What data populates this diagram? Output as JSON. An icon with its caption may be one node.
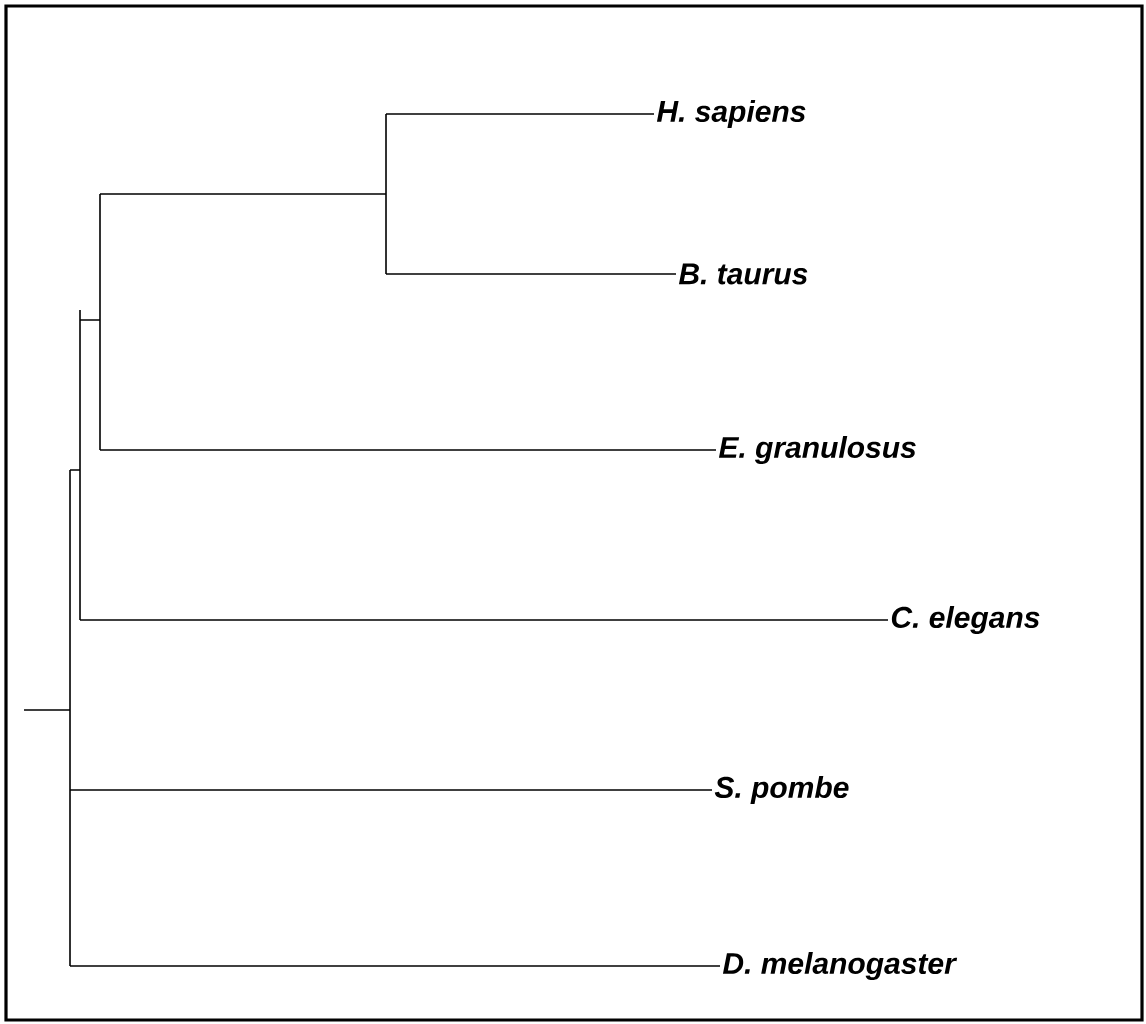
{
  "diagram": {
    "nodes": [
      {
        "text": [
          "H. sapiens"
        ]
      },
      {
        "text": [
          "B. taurus"
        ]
      },
      {
        "text": [
          "E. granulosus"
        ]
      },
      {
        "text": [
          "C. elegans"
        ]
      },
      {
        "text": [
          "S. pombe"
        ]
      },
      {
        "text": [
          "D. melanogaster"
        ]
      }
    ],
    "edges": [
      {
        "from": null,
        "to": 0,
        "arrow": "none"
      },
      {
        "from": null,
        "to": 1,
        "arrow": "none"
      },
      {
        "from": null,
        "to": 2,
        "arrow": "none"
      },
      {
        "from": null,
        "to": 3,
        "arrow": "none"
      },
      {
        "from": null,
        "to": 4,
        "arrow": "none"
      },
      {
        "from": null,
        "to": 5,
        "arrow": "none"
      }
    ]
  }
}
